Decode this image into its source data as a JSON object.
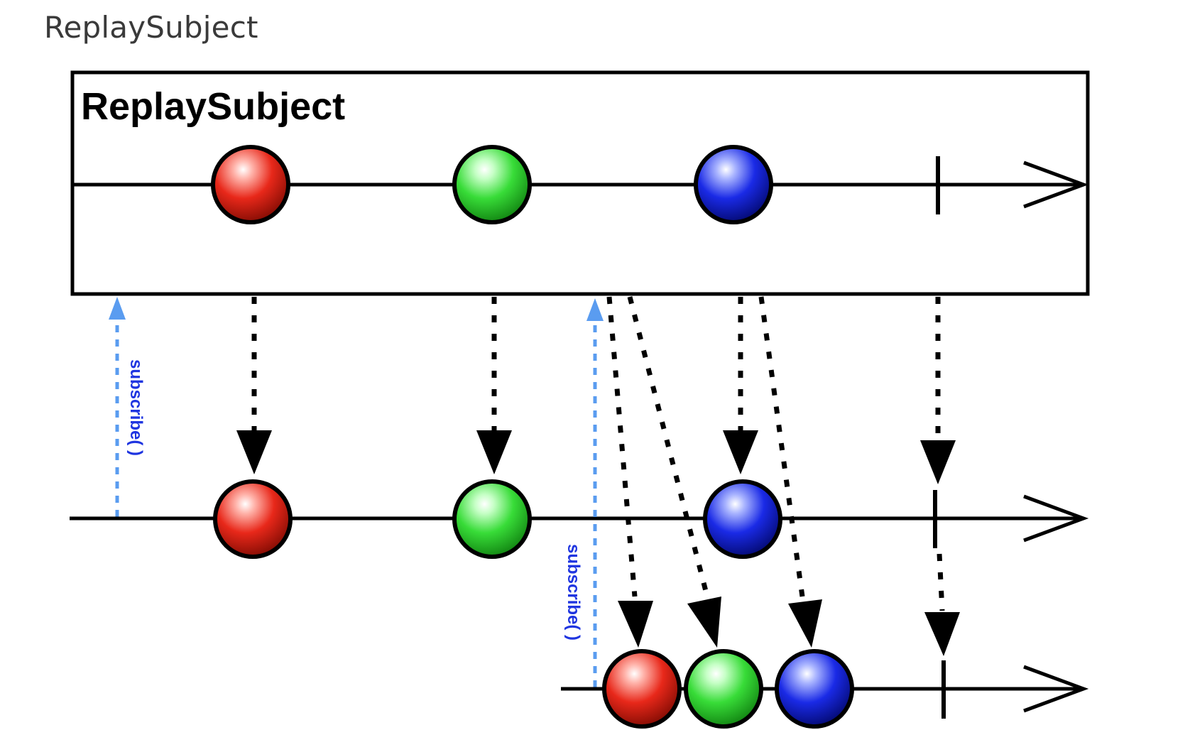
{
  "page": {
    "title": "ReplaySubject"
  },
  "diagram": {
    "subject_label": "ReplaySubject",
    "subscribe_label": "subscribe( )",
    "colors": {
      "line": "#000000",
      "subscribe": "#5a9cf0",
      "subscribe_text": "#1f35e0",
      "red": "#e8281a",
      "green": "#38dc38",
      "blue": "#1a2ae6"
    },
    "source_items": [
      "red",
      "green",
      "blue"
    ],
    "subscriber1_items": [
      "red",
      "green",
      "blue"
    ],
    "subscriber2_items": [
      "red",
      "green",
      "blue"
    ],
    "icons": {
      "marble": "circle",
      "completion": "vertical-bar",
      "timeline_end": "open-arrow-head"
    }
  }
}
